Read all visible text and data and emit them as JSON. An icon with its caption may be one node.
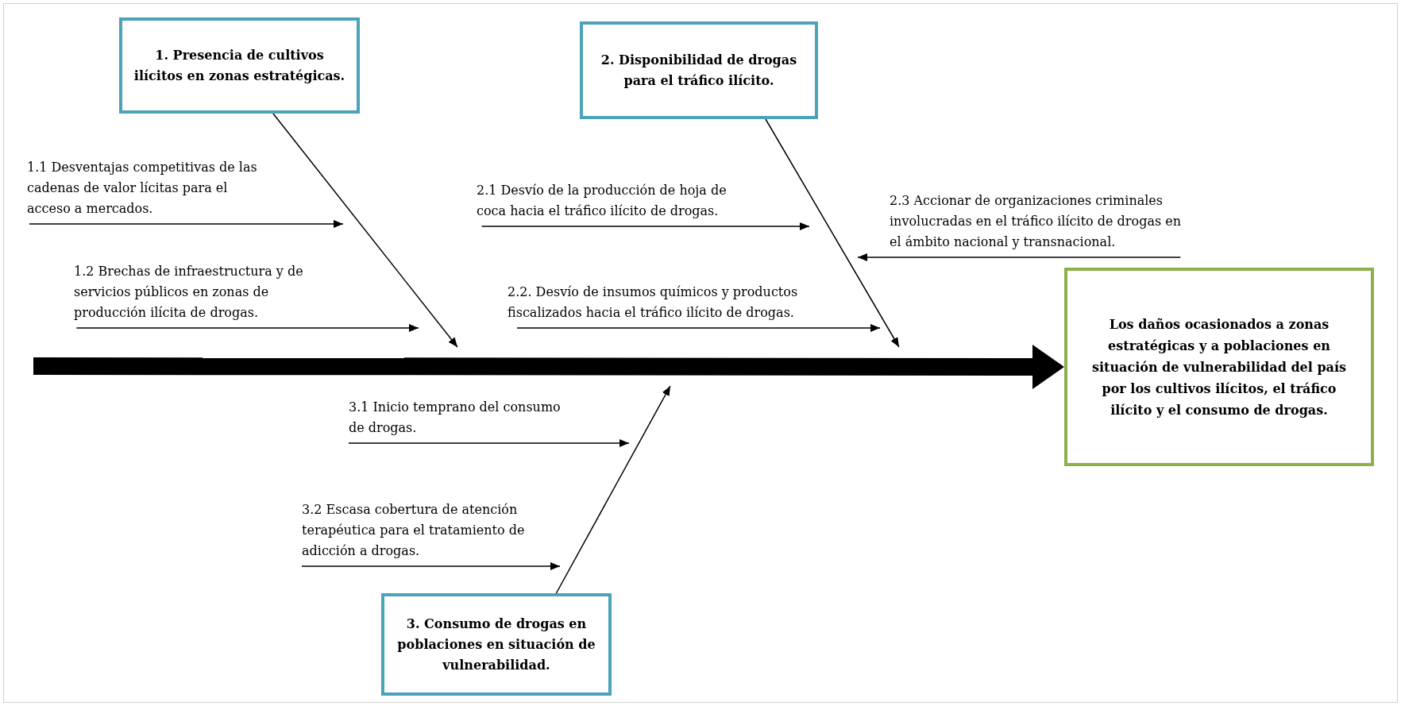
{
  "diagram": {
    "nodes": [
      {
        "text": [
          "1. Presencia de cultivos ilícitos en zonas estratégicas."
        ]
      },
      {
        "text": [
          "2. Disponibilidad de drogas para el tráfico ilícito."
        ]
      },
      {
        "text": [
          "3. Consumo de drogas en poblaciones en situación de vulnerabilidad."
        ]
      },
      {
        "text": [
          "Los daños ocasionados a zonas estratégicas y a poblaciones en situación de vulnerabilidad del país por los cultivos ilícitos, el tráfico ilícito y el consumo de drogas."
        ]
      },
      {
        "text": [
          "1.1 Desventajas competitivas de las cadenas de valor lícitas para el acceso a mercados."
        ]
      },
      {
        "text": [
          "1.2 Brechas de infraestructura y de servicios públicos en zonas de producción ilícita de drogas."
        ]
      },
      {
        "text": [
          "2.1 Desvío de la producción de hoja de coca hacia el tráfico ilícito de drogas."
        ]
      },
      {
        "text": [
          "2.2. Desvío de insumos químicos y productos fiscalizados hacia el tráfico ilícito de drogas."
        ]
      },
      {
        "text": [
          "2.3 Accionar de organizaciones criminales involucradas en el tráfico ilícito de drogas en el ámbito nacional y transnacional."
        ]
      },
      {
        "text": [
          "3.1 Inicio temprano del consumo de drogas."
        ]
      },
      {
        "text": [
          "3.2 Escasa cobertura de atención terapéutica para el tratamiento de adicción a drogas."
        ]
      }
    ],
    "edges": [
      {
        "from": null,
        "to": 3,
        "arrow": "to",
        "style": "thick"
      },
      {
        "from": 0,
        "to": null,
        "arrow": "to"
      },
      {
        "from": 1,
        "to": null,
        "arrow": "to"
      },
      {
        "from": 2,
        "to": null,
        "arrow": "to"
      },
      {
        "from": 4,
        "to": null,
        "arrow": "to"
      },
      {
        "from": 5,
        "to": null,
        "arrow": "to"
      },
      {
        "from": 6,
        "to": null,
        "arrow": "to"
      },
      {
        "from": 7,
        "to": null,
        "arrow": "to"
      },
      {
        "from": 8,
        "to": null,
        "arrow": "to"
      },
      {
        "from": 9,
        "to": null,
        "arrow": "to"
      },
      {
        "from": 10,
        "to": null,
        "arrow": "to"
      }
    ]
  }
}
